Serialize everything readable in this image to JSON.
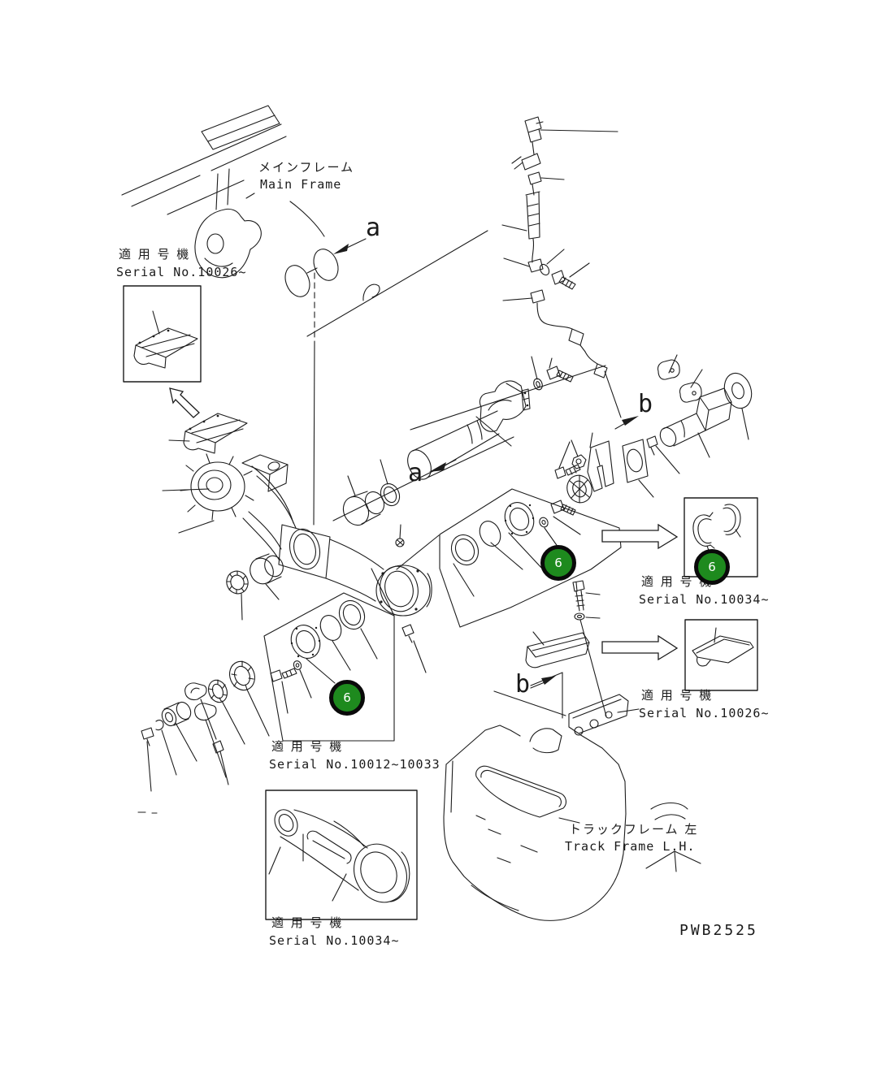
{
  "drawing": {
    "number": "PWB2525",
    "callout": {
      "value": "6",
      "fill": "#1e8a1e",
      "ring": "#0a0a0a",
      "text_color": "#ffffff"
    }
  },
  "labels": {
    "main_frame_jp": "メインフレーム",
    "main_frame_en": "Main Frame",
    "track_frame_jp": "トラックフレーム 左",
    "track_frame_en": "Track Frame L.H.",
    "section_a": "a",
    "section_b": "b"
  },
  "serial_notes": {
    "heading_jp": "適 用 号 機",
    "top_left": "Serial No.10026~",
    "right_upper": "Serial No.10034~",
    "right_lower": "Serial No.10026~",
    "center": "Serial No.10012~10033",
    "bottom": "Serial No.10034~"
  }
}
